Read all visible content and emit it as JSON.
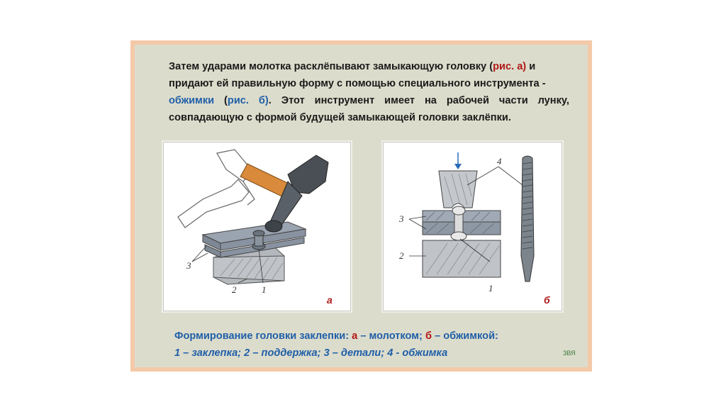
{
  "paragraph": {
    "l1a": "Затем ударами молотка расклёпывают замыкающую головку (",
    "l1b": "рис. а)",
    "l1c": " и",
    "l2": "придают ей правильную форму с помощью специального инструмента -",
    "l3a": "обжимки",
    "l3b": " (",
    "l3c": "рис. б)",
    "l3d": ". Этот  инструмент имеет на рабочей части лунку,",
    "l4": "совпадающую с формой будущей замыкающей головки заклёпки."
  },
  "figure_a": {
    "letter": "а",
    "labels": {
      "n1": "1",
      "n2": "2",
      "n3": "3"
    }
  },
  "figure_b": {
    "letter": "б",
    "labels": {
      "n1": "1",
      "n2": "2",
      "n3": "3",
      "n4": "4"
    }
  },
  "caption": {
    "line1_a": "Формирование  головки заклепки: ",
    "line1_b": "а",
    "line1_c": " – молотком; ",
    "line1_d": "б",
    "line1_e": " – обжимкой:",
    "line2": "1 – заклепка;  2 – поддержка;  3 – детали;  4 - обжимка"
  },
  "signature": "ЗВЯ",
  "colors": {
    "frame": "#f4c9a8",
    "panel": "#dcdccc",
    "accent_red": "#b01818",
    "accent_blue": "#1f5fa8"
  }
}
